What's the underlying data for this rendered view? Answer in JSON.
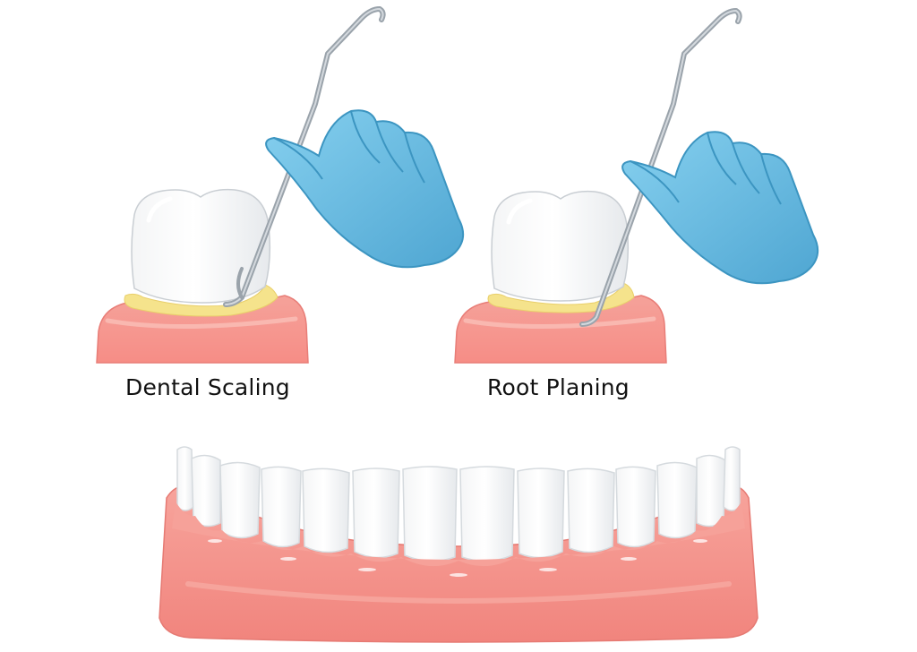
{
  "panels": [
    {
      "label": "Dental Scaling",
      "icons": [
        "tooth-icon",
        "plaque-deposit-icon",
        "gum-icon",
        "dental-scaler-icon",
        "gloved-hand-icon"
      ]
    },
    {
      "label": "Root Planing",
      "icons": [
        "tooth-icon",
        "plaque-deposit-icon",
        "gum-icon",
        "dental-scaler-icon",
        "gloved-hand-icon"
      ]
    }
  ],
  "jaw": {
    "icon": "lower-dental-arch-icon",
    "tooth_count": 14
  },
  "colors": {
    "gum": "#f3918a",
    "gum_light": "#f9b7ae",
    "plaque": "#f5e38c",
    "tooth": "#ffffff",
    "tooth_shade": "#e9ecef",
    "glove": "#6fc3e6",
    "glove_dark": "#3c95c1",
    "instrument": "#9aa3ab"
  }
}
